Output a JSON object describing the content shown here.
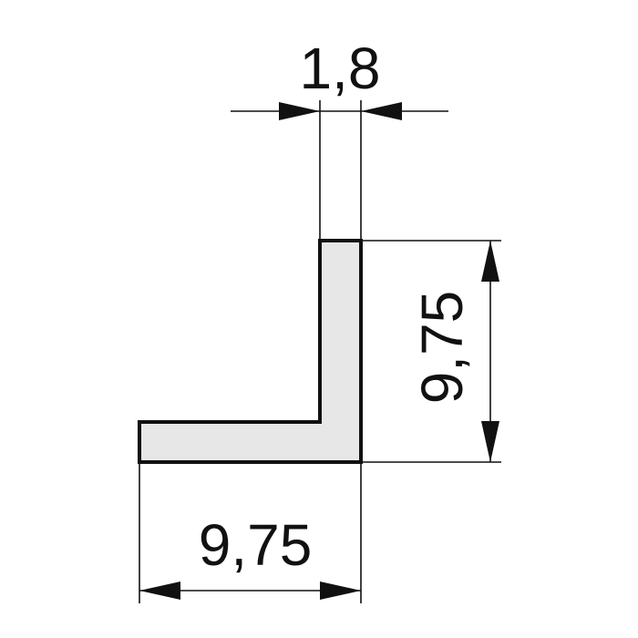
{
  "drawing": {
    "thickness_label": "1,8",
    "height_label": "9,75",
    "width_label": "9,75"
  },
  "colors": {
    "background": "#ffffff",
    "profile_fill": "#e7e7e7",
    "line": "#111111"
  }
}
